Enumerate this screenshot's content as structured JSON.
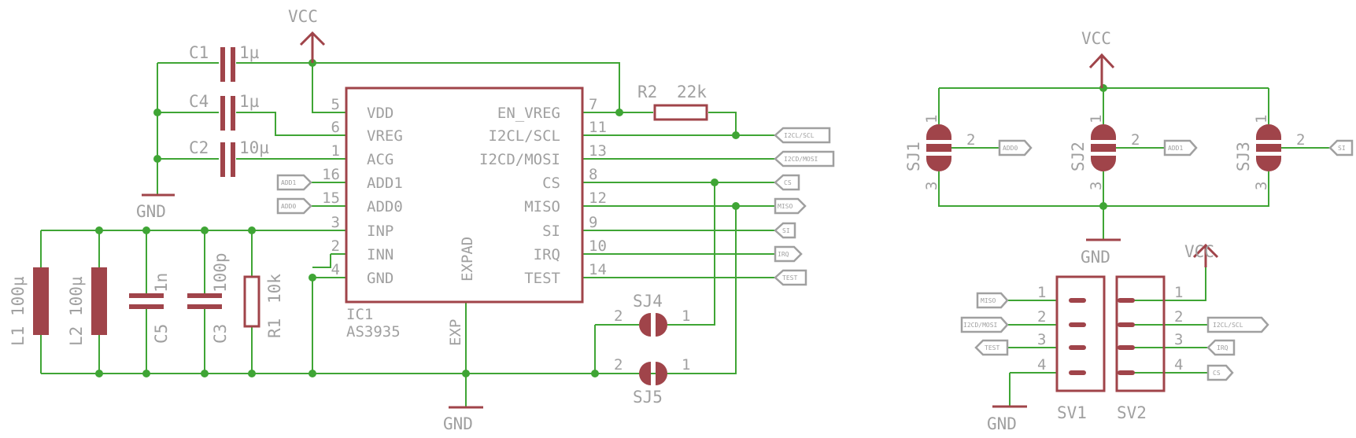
{
  "power": {
    "vcc": "VCC",
    "gnd": "GND"
  },
  "ic": {
    "ref": "IC1",
    "value": "AS3935",
    "exp_pad": "EXPAD",
    "exp_net": "EXP",
    "left_pins": [
      {
        "num": "5",
        "name": "VDD"
      },
      {
        "num": "6",
        "name": "VREG"
      },
      {
        "num": "1",
        "name": "ACG"
      },
      {
        "num": "16",
        "name": "ADD1"
      },
      {
        "num": "15",
        "name": "ADD0"
      },
      {
        "num": "3",
        "name": "INP"
      },
      {
        "num": "2",
        "name": "INN"
      },
      {
        "num": "4",
        "name": "GND"
      }
    ],
    "right_pins": [
      {
        "num": "7",
        "name": "EN_VREG"
      },
      {
        "num": "11",
        "name": "I2CL/SCL"
      },
      {
        "num": "13",
        "name": "I2CD/MOSI"
      },
      {
        "num": "8",
        "name": "CS"
      },
      {
        "num": "12",
        "name": "MISO"
      },
      {
        "num": "9",
        "name": "SI"
      },
      {
        "num": "10",
        "name": "IRQ"
      },
      {
        "num": "14",
        "name": "TEST"
      }
    ]
  },
  "components": {
    "c1": {
      "ref": "C1",
      "value": "1µ"
    },
    "c4": {
      "ref": "C4",
      "value": "1µ"
    },
    "c2": {
      "ref": "C2",
      "value": "10µ"
    },
    "r2": {
      "ref": "R2",
      "value": "22k"
    },
    "l1": {
      "ref": "L1",
      "value": "100µ"
    },
    "l2": {
      "ref": "L2",
      "value": "100µ"
    },
    "c5": {
      "ref": "C5",
      "value": "1n"
    },
    "c3": {
      "ref": "C3",
      "value": "100p"
    },
    "r1": {
      "ref": "R1",
      "value": "10k"
    },
    "sj4": {
      "ref": "SJ4",
      "p1": "1",
      "p2": "2"
    },
    "sj5": {
      "ref": "SJ5",
      "p1": "1",
      "p2": "2"
    },
    "sj1": {
      "ref": "SJ1",
      "p1": "1",
      "p2": "2",
      "p3": "3"
    },
    "sj2": {
      "ref": "SJ2",
      "p1": "1",
      "p2": "2",
      "p3": "3"
    },
    "sj3": {
      "ref": "SJ3",
      "p1": "1",
      "p2": "2",
      "p3": "3"
    },
    "sv1": {
      "ref": "SV1",
      "pins": [
        "1",
        "2",
        "3",
        "4"
      ]
    },
    "sv2": {
      "ref": "SV2",
      "pins": [
        "1",
        "2",
        "3",
        "4"
      ]
    }
  },
  "net_labels": {
    "i2cl": "I2CL/SCL",
    "i2cd": "I2CD/MOSI",
    "cs": "CS",
    "miso": "MISO",
    "si": "SI",
    "irq": "IRQ",
    "test": "TEST",
    "add1": "ADD1",
    "add0": "ADD0"
  },
  "colors": {
    "wire": "#3fa535",
    "part": "#a0444a",
    "text": "#a0a0a0"
  }
}
